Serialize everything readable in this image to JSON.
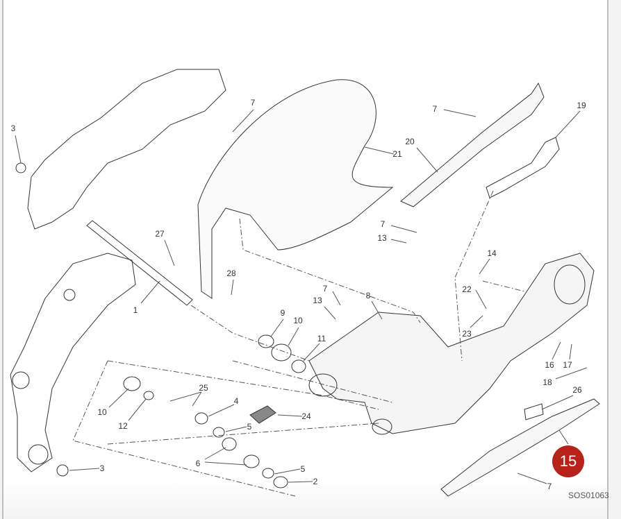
{
  "diagram": {
    "code": "SOS01063",
    "page_badge": "15",
    "badge_color": "#b5231b",
    "callouts": [
      "3",
      "7",
      "21",
      "7",
      "20",
      "19",
      "7",
      "13",
      "14",
      "27",
      "28",
      "22",
      "7",
      "13",
      "8",
      "9",
      "10",
      "11",
      "1",
      "23",
      "16",
      "17",
      "18",
      "25",
      "4",
      "26",
      "10",
      "12",
      "5",
      "24",
      "6",
      "5",
      "3",
      "2",
      "7"
    ]
  }
}
